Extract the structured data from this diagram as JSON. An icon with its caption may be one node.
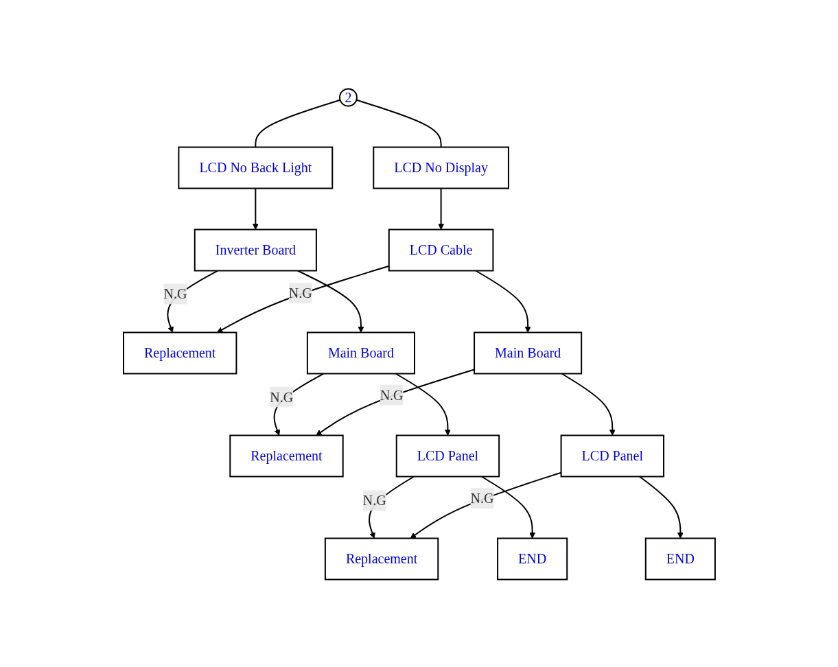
{
  "diagram": {
    "nodes": [
      {
        "text": [
          "2"
        ]
      },
      {
        "text": [
          "LCD No Back Light"
        ]
      },
      {
        "text": [
          "LCD No Display"
        ]
      },
      {
        "text": [
          "Inverter Board"
        ]
      },
      {
        "text": [
          "Replacement"
        ]
      },
      {
        "text": [
          "LCD Cable"
        ]
      },
      {
        "text": [
          "Main Board"
        ]
      },
      {
        "text": [
          "Replacement"
        ]
      },
      {
        "text": [
          "Main Board"
        ]
      },
      {
        "text": [
          "LCD Panel"
        ]
      },
      {
        "text": [
          "Replacement"
        ]
      },
      {
        "text": [
          "LCD Panel"
        ]
      },
      {
        "text": [
          "END"
        ]
      },
      {
        "text": [
          "END"
        ]
      }
    ],
    "edges": [
      {
        "from": 0,
        "to": 1,
        "arrow": "none"
      },
      {
        "from": 0,
        "to": 2,
        "arrow": "none"
      },
      {
        "from": 1,
        "to": 3,
        "arrow": "to"
      },
      {
        "from": 3,
        "to": 4,
        "label": "N.G",
        "arrow": "to"
      },
      {
        "from": 5,
        "to": 4,
        "label": "N.G",
        "arrow": "to"
      },
      {
        "from": 2,
        "to": 5,
        "arrow": "to"
      },
      {
        "from": 3,
        "to": 6,
        "arrow": "to"
      },
      {
        "from": 5,
        "to": 8,
        "arrow": "to"
      },
      {
        "from": 6,
        "to": 7,
        "label": "N.G",
        "arrow": "to"
      },
      {
        "from": 8,
        "to": 7,
        "label": "N.G",
        "arrow": "to"
      },
      {
        "from": 6,
        "to": 9,
        "arrow": "to"
      },
      {
        "from": 8,
        "to": 11,
        "arrow": "to"
      },
      {
        "from": 9,
        "to": 10,
        "label": "N.G",
        "arrow": "to"
      },
      {
        "from": 11,
        "to": 10,
        "label": "N.G",
        "arrow": "to"
      },
      {
        "from": 9,
        "to": 12,
        "arrow": "to"
      },
      {
        "from": 11,
        "to": 13,
        "arrow": "to"
      }
    ]
  }
}
